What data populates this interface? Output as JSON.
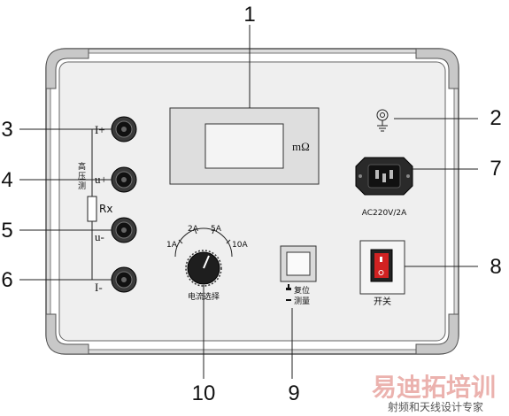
{
  "callouts": {
    "n1": "1",
    "n2": "2",
    "n3": "3",
    "n4": "4",
    "n5": "5",
    "n6": "6",
    "n7": "7",
    "n8": "8",
    "n9": "9",
    "n10": "10"
  },
  "display": {
    "unit": "mΩ"
  },
  "terminals": {
    "i_plus": "I+",
    "u_plus": "u+",
    "u_minus": "u-",
    "i_minus": "I-",
    "resistor": "Rx",
    "hv_1": "高",
    "hv_2": "压",
    "hv_3": "测"
  },
  "power": {
    "label": "AC220V/2A"
  },
  "switch": {
    "label": "开关"
  },
  "current_selector": {
    "label": "电流选择",
    "positions": [
      "1A",
      "2A",
      "5A",
      "10A"
    ]
  },
  "reset_measure": {
    "reset_label": "复位",
    "measure_label": "测量"
  },
  "watermark": {
    "title": "易迪拓培训",
    "subtitle": "射频和天线设计专家"
  },
  "colors": {
    "panel": "#efefef",
    "frame": "#c8c8c8",
    "watermark": "#e8a5a0"
  }
}
